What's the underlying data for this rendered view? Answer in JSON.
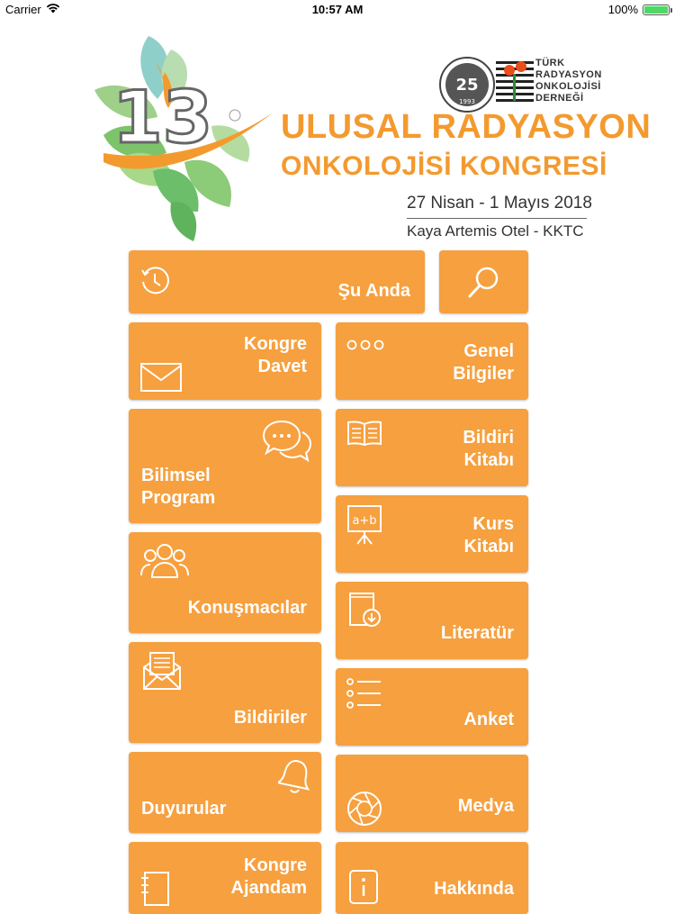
{
  "status_bar": {
    "carrier": "Carrier",
    "time": "10:57 AM",
    "battery": "100%",
    "battery_level": 1.0
  },
  "header": {
    "congress_number": "13",
    "association": [
      "TÜRK",
      "RADYASYON",
      "ONKOLOJİSİ",
      "DERNEĞİ"
    ],
    "seal_number": "25",
    "seal_year": "1993",
    "title_line1": "ULUSAL RADYASYON",
    "title_line2": "ONKOLOJİSİ KONGRESİ",
    "dates": "27 Nisan - 1 Mayıs 2018",
    "venue": "Kaya Artemis Otel - KKTC"
  },
  "menu": {
    "su_anda": "Şu Anda",
    "kongre_davet": "Kongre\nDavet",
    "genel_bilgiler": "Genel\nBilgiler",
    "bilimsel_program": "Bilimsel\nProgram",
    "bildiri_kitabi": "Bildiri\nKitabı",
    "kurs_kitabi": "Kurs\nKitabı",
    "konusmacilar": "Konuşmacılar",
    "literatur": "Literatür",
    "bildiriler": "Bildiriler",
    "anket": "Anket",
    "duyurular": "Duyurular",
    "medya": "Medya",
    "kongre_ajandam": "Kongre\nAjandam",
    "hakkinda": "Hakkında"
  },
  "colors": {
    "tile": "#F6A03F",
    "title": "#F39A2F",
    "text": "#333333"
  }
}
